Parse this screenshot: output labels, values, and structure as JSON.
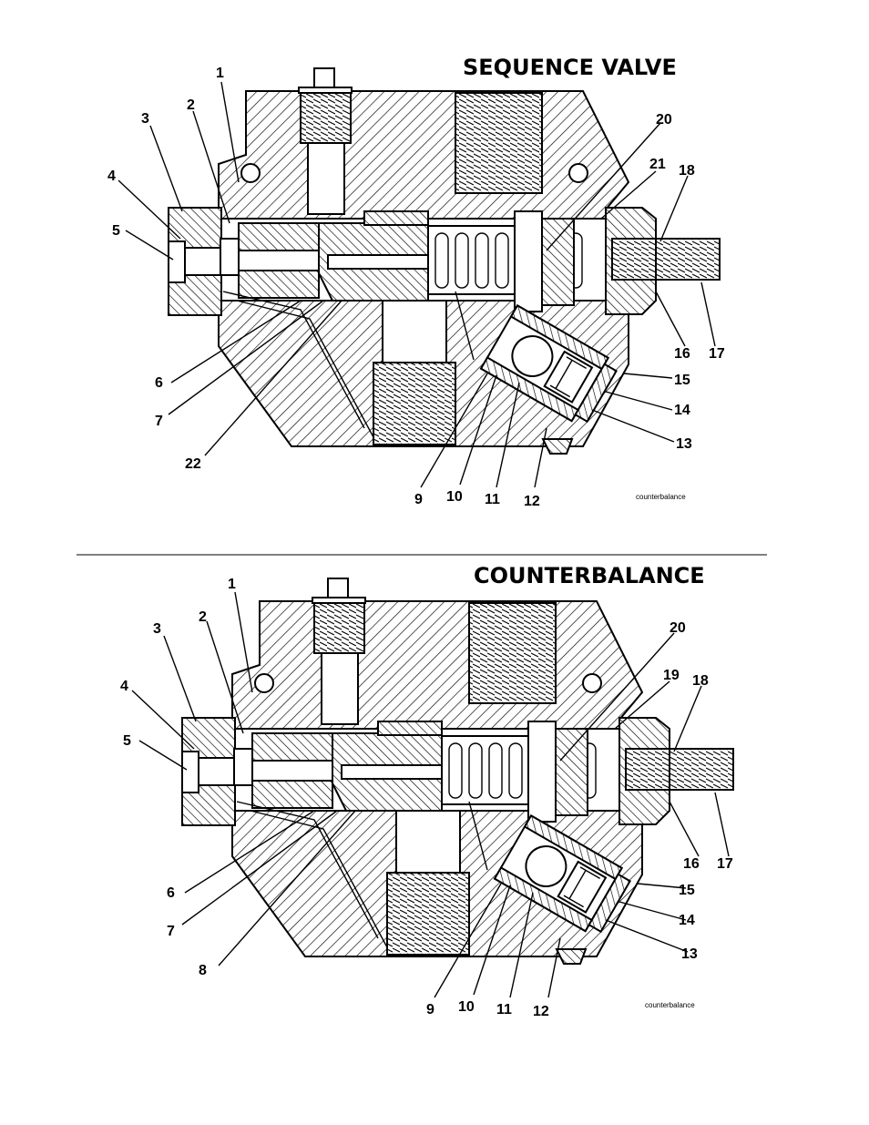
{
  "diagrams": [
    {
      "title": "SEQUENCE VALVE",
      "caption": "counterbalance",
      "labels": [
        "1",
        "2",
        "3",
        "4",
        "5",
        "6",
        "7",
        "22",
        "9",
        "10",
        "11",
        "12",
        "13",
        "14",
        "15",
        "16",
        "17",
        "18",
        "21",
        "20"
      ]
    },
    {
      "title": "COUNTERBALANCE",
      "caption": "counterbalance",
      "labels": [
        "1",
        "2",
        "3",
        "4",
        "5",
        "6",
        "7",
        "8",
        "9",
        "10",
        "11",
        "12",
        "13",
        "14",
        "15",
        "16",
        "17",
        "18",
        "19",
        "20"
      ]
    }
  ]
}
